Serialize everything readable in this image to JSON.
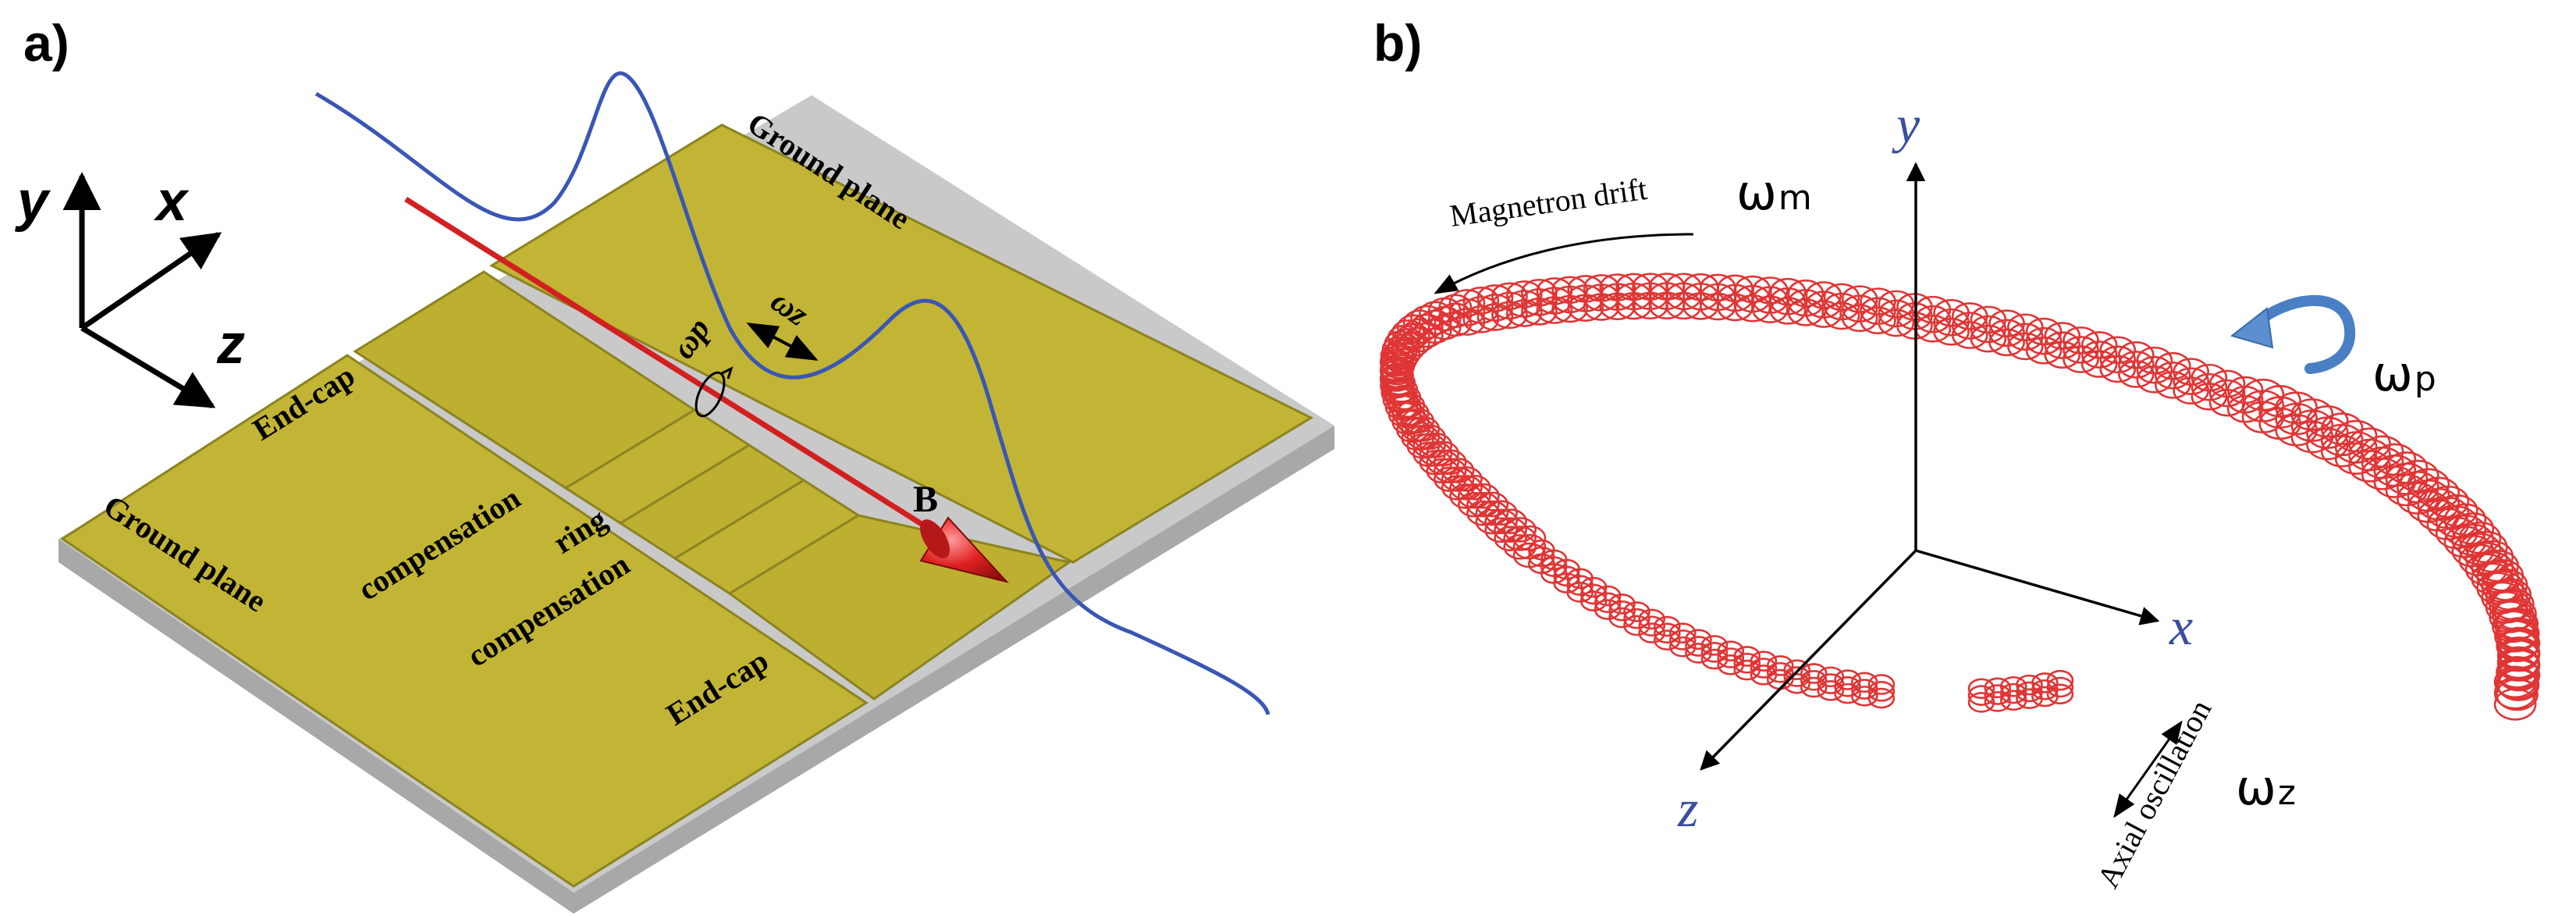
{
  "panel_a": {
    "label": "a)",
    "axes": {
      "y": "y",
      "x": "x",
      "z": "z"
    },
    "regions": {
      "ground_plane_top": "Ground plane",
      "ground_plane_left": "Ground plane",
      "end_cap_upper": "End-cap",
      "end_cap_lower": "End-cap",
      "compensation_upper": "compensation",
      "ring": "ring",
      "compensation_lower": "compensation"
    },
    "field_label": "B",
    "omega_p_label": "ωp",
    "omega_z_label": "ωz",
    "colors": {
      "chip": "#bfb12f",
      "chip_edge": "#8c8322",
      "substrate": "#bdbdbd",
      "field_line": "#d22020",
      "potential": "#3a56b5"
    }
  },
  "panel_b": {
    "label": "b)",
    "axes": {
      "y": "y",
      "x": "x",
      "z": "z"
    },
    "annotations": {
      "magnetron_drift": "Magnetron drift",
      "axial_oscillation": "Axial oscillation"
    },
    "omegas": {
      "m": {
        "base": "ω",
        "sub": "m"
      },
      "p": {
        "base": "ω",
        "sub": "p"
      },
      "z": {
        "base": "ω",
        "sub": "z"
      }
    },
    "colors": {
      "trajectory": "#e03535",
      "axis_label": "#3b4fa0",
      "rotation_arrow": "#5b8fcf"
    }
  }
}
